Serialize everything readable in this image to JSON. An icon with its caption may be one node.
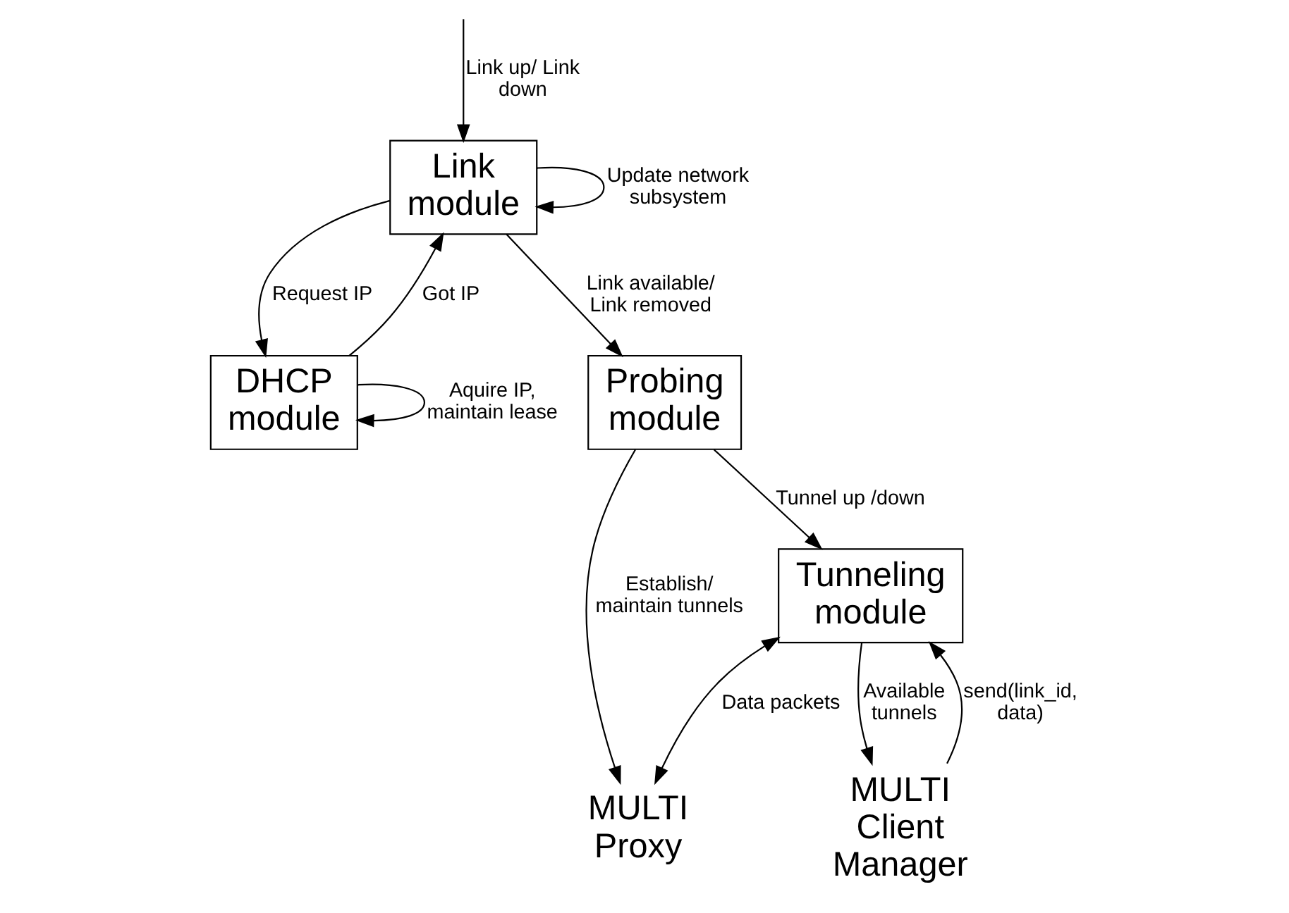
{
  "diagram": {
    "nodes": [
      {
        "text": [
          "Link module"
        ]
      },
      {
        "text": [
          "DHCP module"
        ]
      },
      {
        "text": [
          "Probing module"
        ]
      },
      {
        "text": [
          "MULTI Proxy"
        ]
      },
      {
        "text": [
          "Tunneling module"
        ]
      },
      {
        "text": [
          "MULTI Client Manager"
        ]
      }
    ],
    "edges": [
      {
        "from": null,
        "to": 0,
        "arrow": "to",
        "label": "Link up/ Link down"
      },
      {
        "from": 0,
        "to": 0,
        "arrow": "to",
        "label": "Update network subsystem"
      },
      {
        "from": 1,
        "to": 0,
        "arrow": "to",
        "label": "Got IP"
      },
      {
        "from": 0,
        "to": 1,
        "arrow": "to",
        "label": "Request IP"
      },
      {
        "from": 1,
        "to": 1,
        "arrow": "to",
        "label": "Aquire IP, maintain lease"
      },
      {
        "from": 0,
        "to": 2,
        "arrow": "to",
        "label": "Link available/ Link removed"
      },
      {
        "from": 2,
        "to": 3,
        "arrow": "to",
        "label": "Establish/ maintain tunnels"
      },
      {
        "from": 2,
        "to": 4,
        "arrow": "to",
        "label": "Tunnel up /down"
      },
      {
        "from": 4,
        "to": 3,
        "arrow": "both",
        "label": "Data packets"
      },
      {
        "from": 4,
        "to": 5,
        "arrow": "to",
        "label": "Available tunnels"
      },
      {
        "from": 5,
        "to": 4,
        "arrow": "to",
        "label": "send(link_id, data)"
      }
    ]
  }
}
